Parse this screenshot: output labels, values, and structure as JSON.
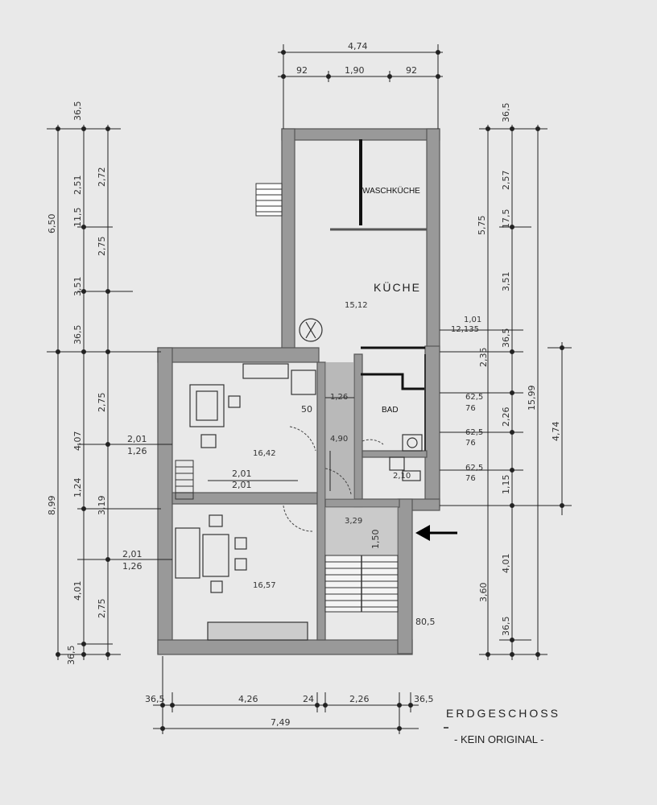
{
  "title": "ERDGESCHOSS",
  "note": "- KEIN ORIGINAL -",
  "rooms": {
    "waschkueche": "WASCHKÜCHE",
    "kueche": "KÜCHE",
    "bad": "BAD"
  },
  "areas": {
    "kueche": "15,12",
    "wohnen1": "16,42",
    "wohnen2": "16,57",
    "flur": "4,90",
    "bad": "2,10",
    "treppe": "3,29",
    "klein": "1,26"
  },
  "dims_top": {
    "overall": "4,74",
    "left": "92",
    "middle": "1,90",
    "right": "92"
  },
  "dims_bottom": {
    "wall_l": "36,5",
    "room_l": "4,26",
    "inner": "24",
    "room_r": "2,26",
    "wall_r": "36,5",
    "overall": "7,49"
  },
  "dims_left": {
    "wall_top": "36,5",
    "upper_total": "6,50",
    "upper_a": "2,51",
    "upper_b": "2,72",
    "upper_c": "3,51",
    "upper_d": "2,75",
    "mark": "11,5",
    "wall_mid": "36,5",
    "lower_total": "8,99",
    "lower_a": "4,07",
    "lower_b": "2,75",
    "lower_c": "3,19",
    "lower_d": "4,01",
    "lower_e": "2,75",
    "lower_f": "1,24",
    "wall_bot": "36,5"
  },
  "dims_right": {
    "wall_top": "36,5",
    "upper_total": "5,75",
    "upper_a": "2,57",
    "mark": "17,5",
    "upper_b": "3,51",
    "total": "15,99",
    "mid_a": "2,35",
    "mid_b": "36,5",
    "mid_c": "2,26",
    "mid_d": "1,15",
    "lower_a": "3,60",
    "lower_b": "4,01",
    "wall_bot": "36,5",
    "outer": "4,74"
  },
  "inner_dims": {
    "w1": "2,01",
    "w1b": "1,26",
    "w2": "2,01",
    "w2b": "2,01",
    "w3": "2,01",
    "w3b": "1,26",
    "d50": "50",
    "d80": "80,5",
    "bad_a": "1,01",
    "bad_b": "12,135",
    "bad_c": "62,5",
    "bad_d": "76",
    "bad_e": "62,5",
    "bad_f": "76",
    "bad_g": "62,5",
    "bad_h": "76",
    "stair": "1,50"
  }
}
